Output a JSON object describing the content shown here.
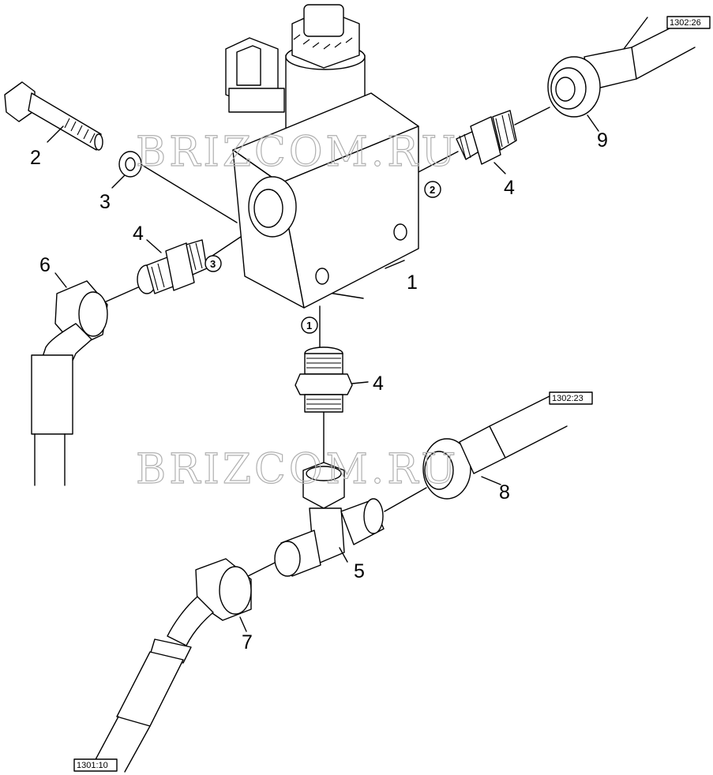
{
  "watermark": "BRIZCOM.RU",
  "callouts": {
    "valve_block": "1",
    "bolt": "2",
    "washer": "3",
    "fitting_right": "4",
    "fitting_left": "4",
    "fitting_bottom": "4",
    "tee": "5",
    "hose_left": "6",
    "hose_bottom": "7",
    "hose_right_lower": "8",
    "hose_right_upper": "9"
  },
  "ports": {
    "p1": "1",
    "p2": "2",
    "p3": "3"
  },
  "refs": {
    "top_right": "1302:26",
    "middle_right": "1302:23",
    "bottom_left": "1301:10"
  },
  "colors": {
    "line": "#000000",
    "watermark": "#b0b0b0",
    "background": "#ffffff"
  }
}
